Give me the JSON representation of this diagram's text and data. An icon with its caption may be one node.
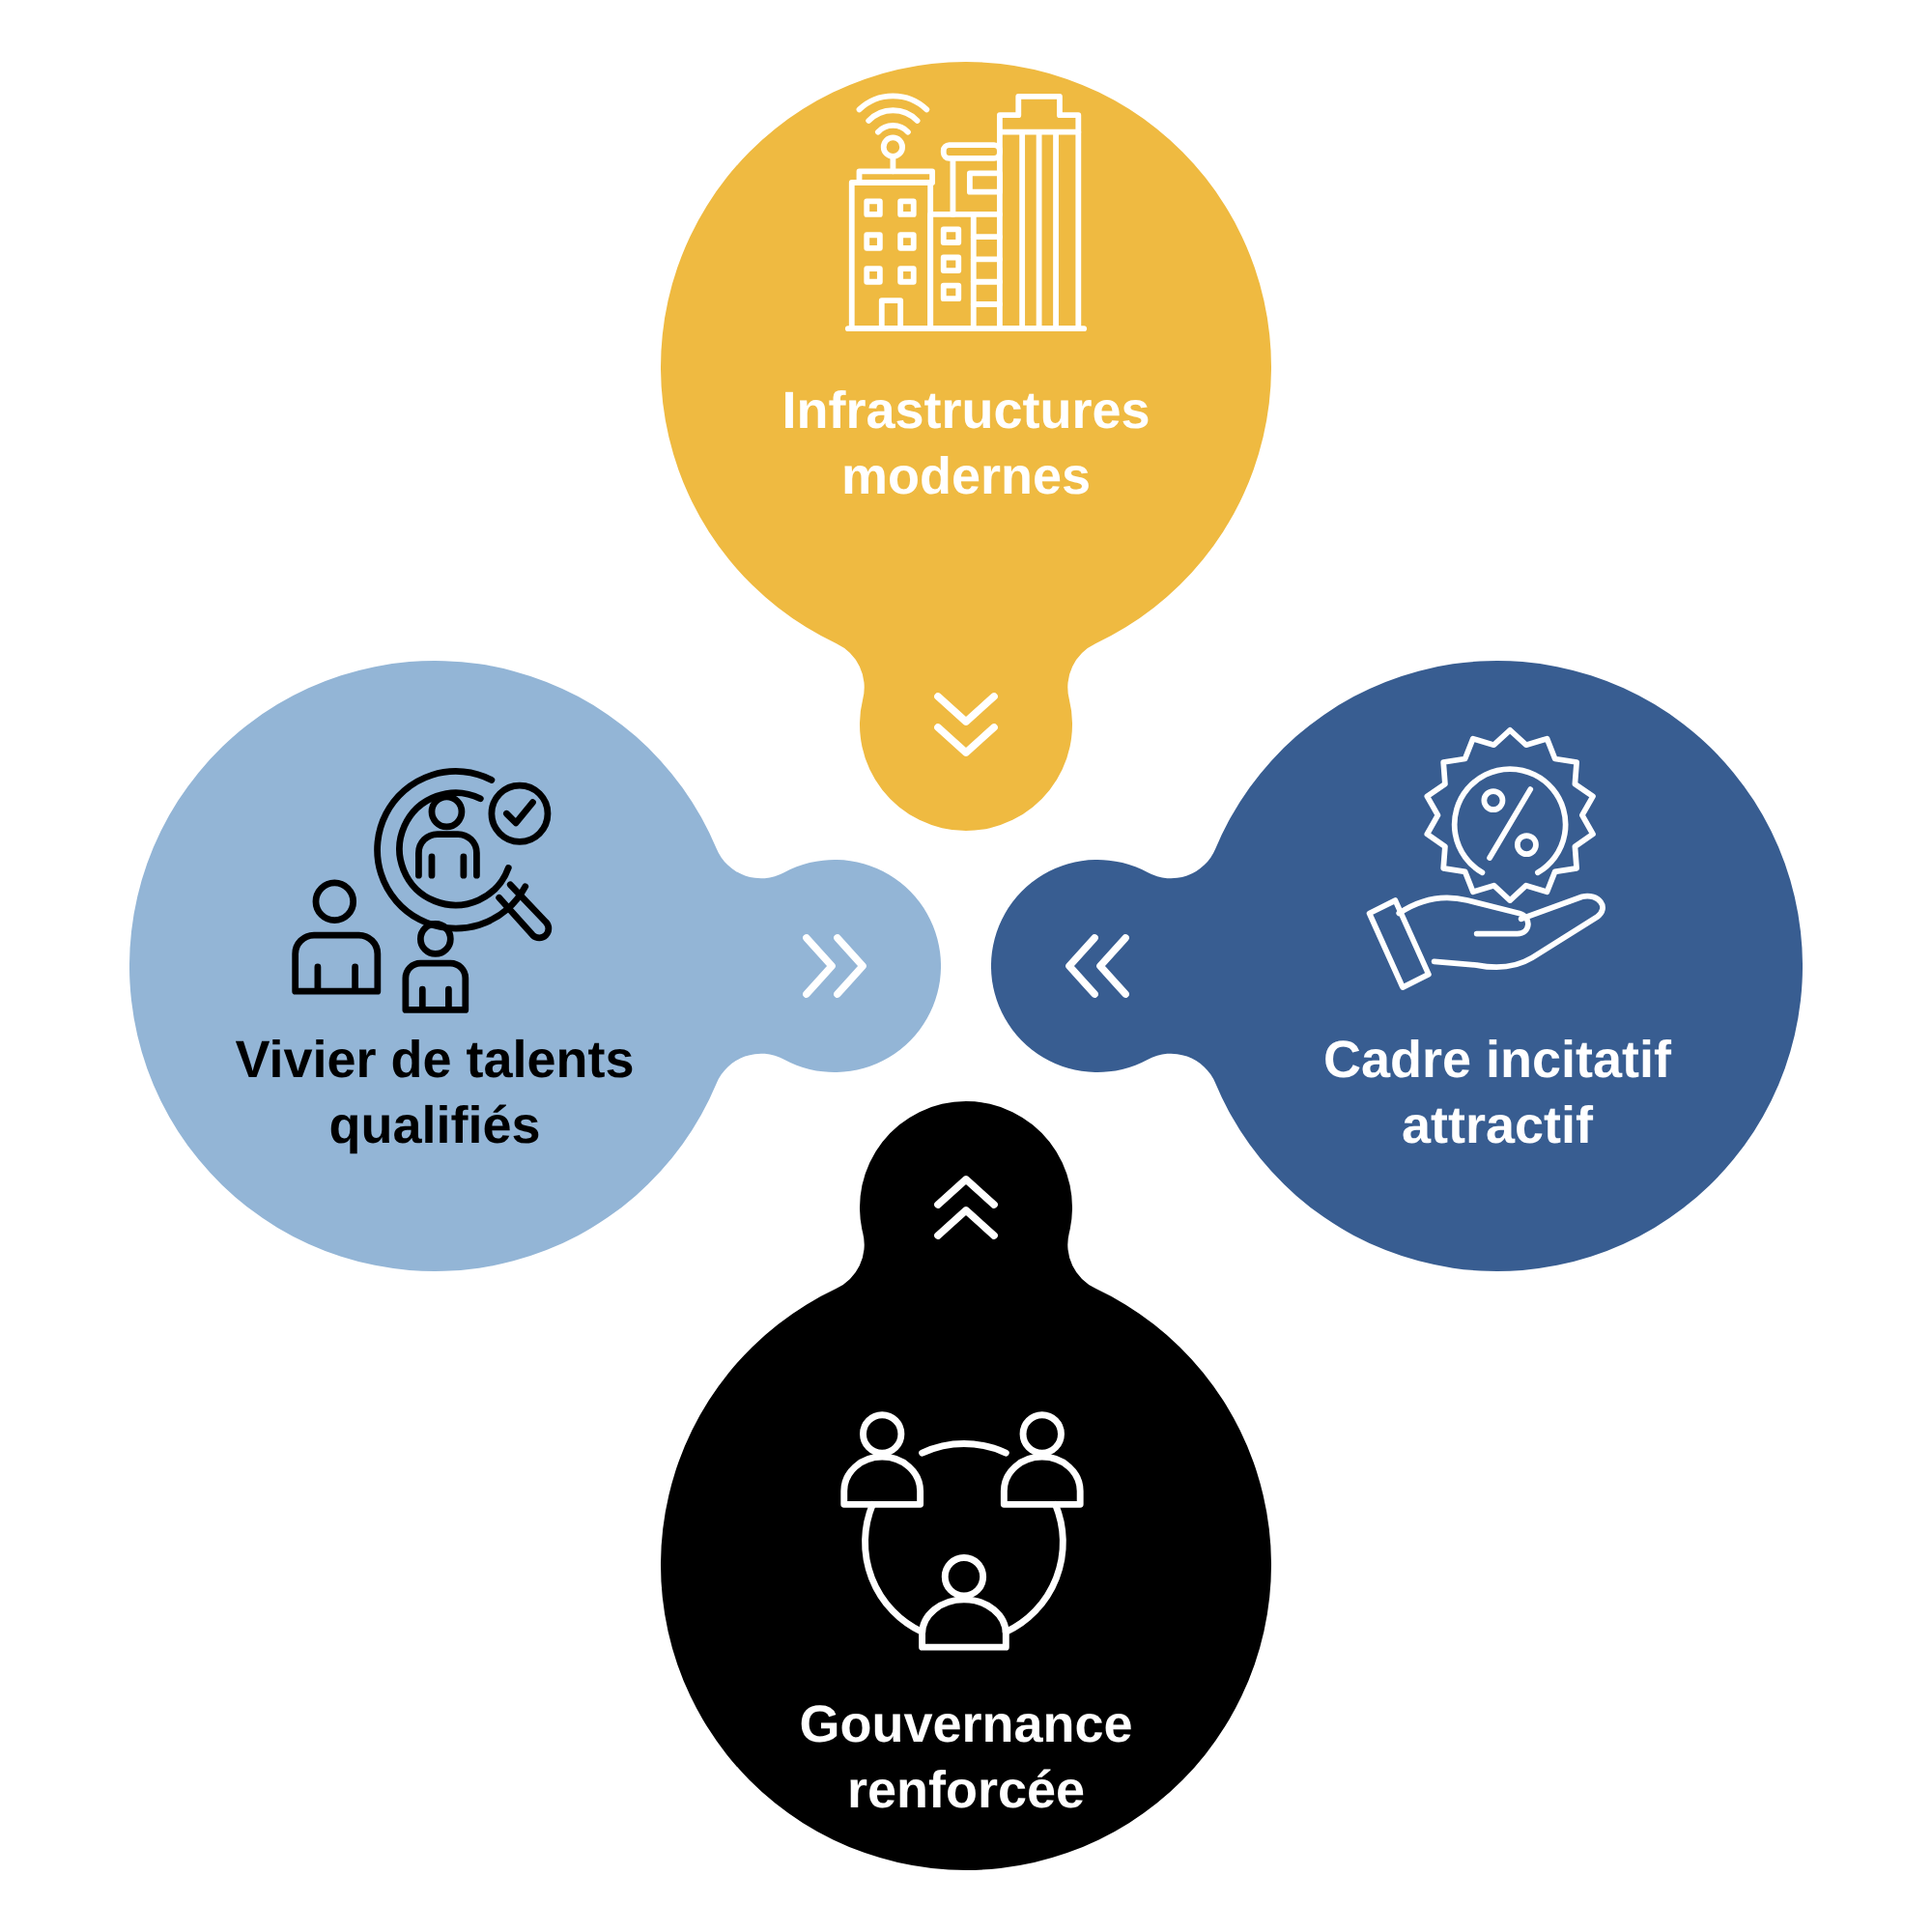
{
  "diagram": {
    "nodes": [
      {
        "text": [
          "Infrastructures modernes"
        ]
      },
      {
        "text": [
          "Vivier de talents qualifiés"
        ]
      },
      {
        "text": [
          "Cadre incitatif attractif"
        ]
      },
      {
        "text": [
          "Gouvernance renforcée"
        ]
      }
    ]
  }
}
